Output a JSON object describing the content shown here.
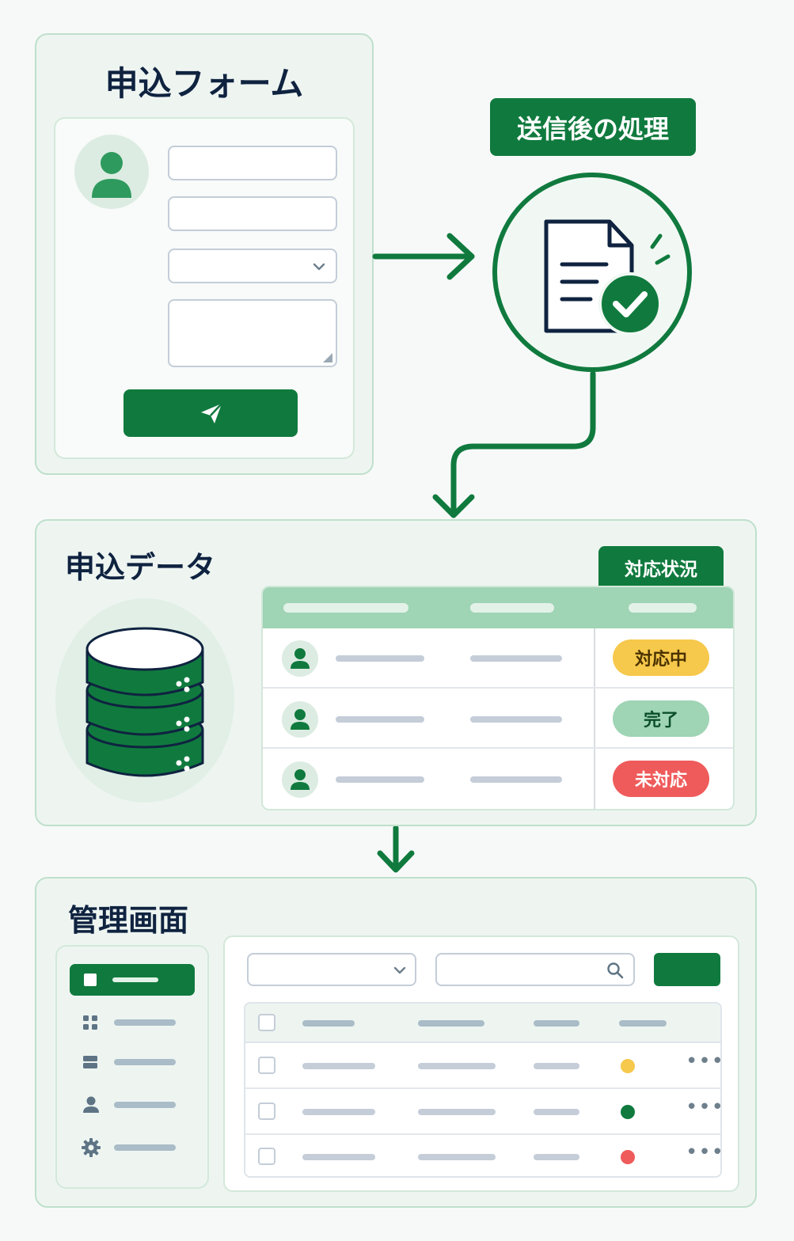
{
  "form": {
    "title": "申込フォーム"
  },
  "process": {
    "title": "送信後の処理"
  },
  "data_panel": {
    "title": "申込データ",
    "status_tab": "対応状況",
    "rows": [
      {
        "status": "対応中",
        "status_color": "#f6c84b"
      },
      {
        "status": "完了",
        "status_color": "#9fd4b5"
      },
      {
        "status": "未対応",
        "status_color": "#ef5b5b"
      }
    ]
  },
  "admin": {
    "title": "管理画面",
    "sidebar_icons": [
      "square-icon",
      "grid-icon",
      "list-icon",
      "user-icon",
      "gear-icon"
    ],
    "row_status_colors": [
      "#f6c84b",
      "#107a3e",
      "#ef5b5b"
    ]
  },
  "colors": {
    "brand_green": "#107a3e",
    "light_green": "#9fd4b5",
    "yellow": "#f6c84b",
    "red": "#ef5b5b"
  }
}
